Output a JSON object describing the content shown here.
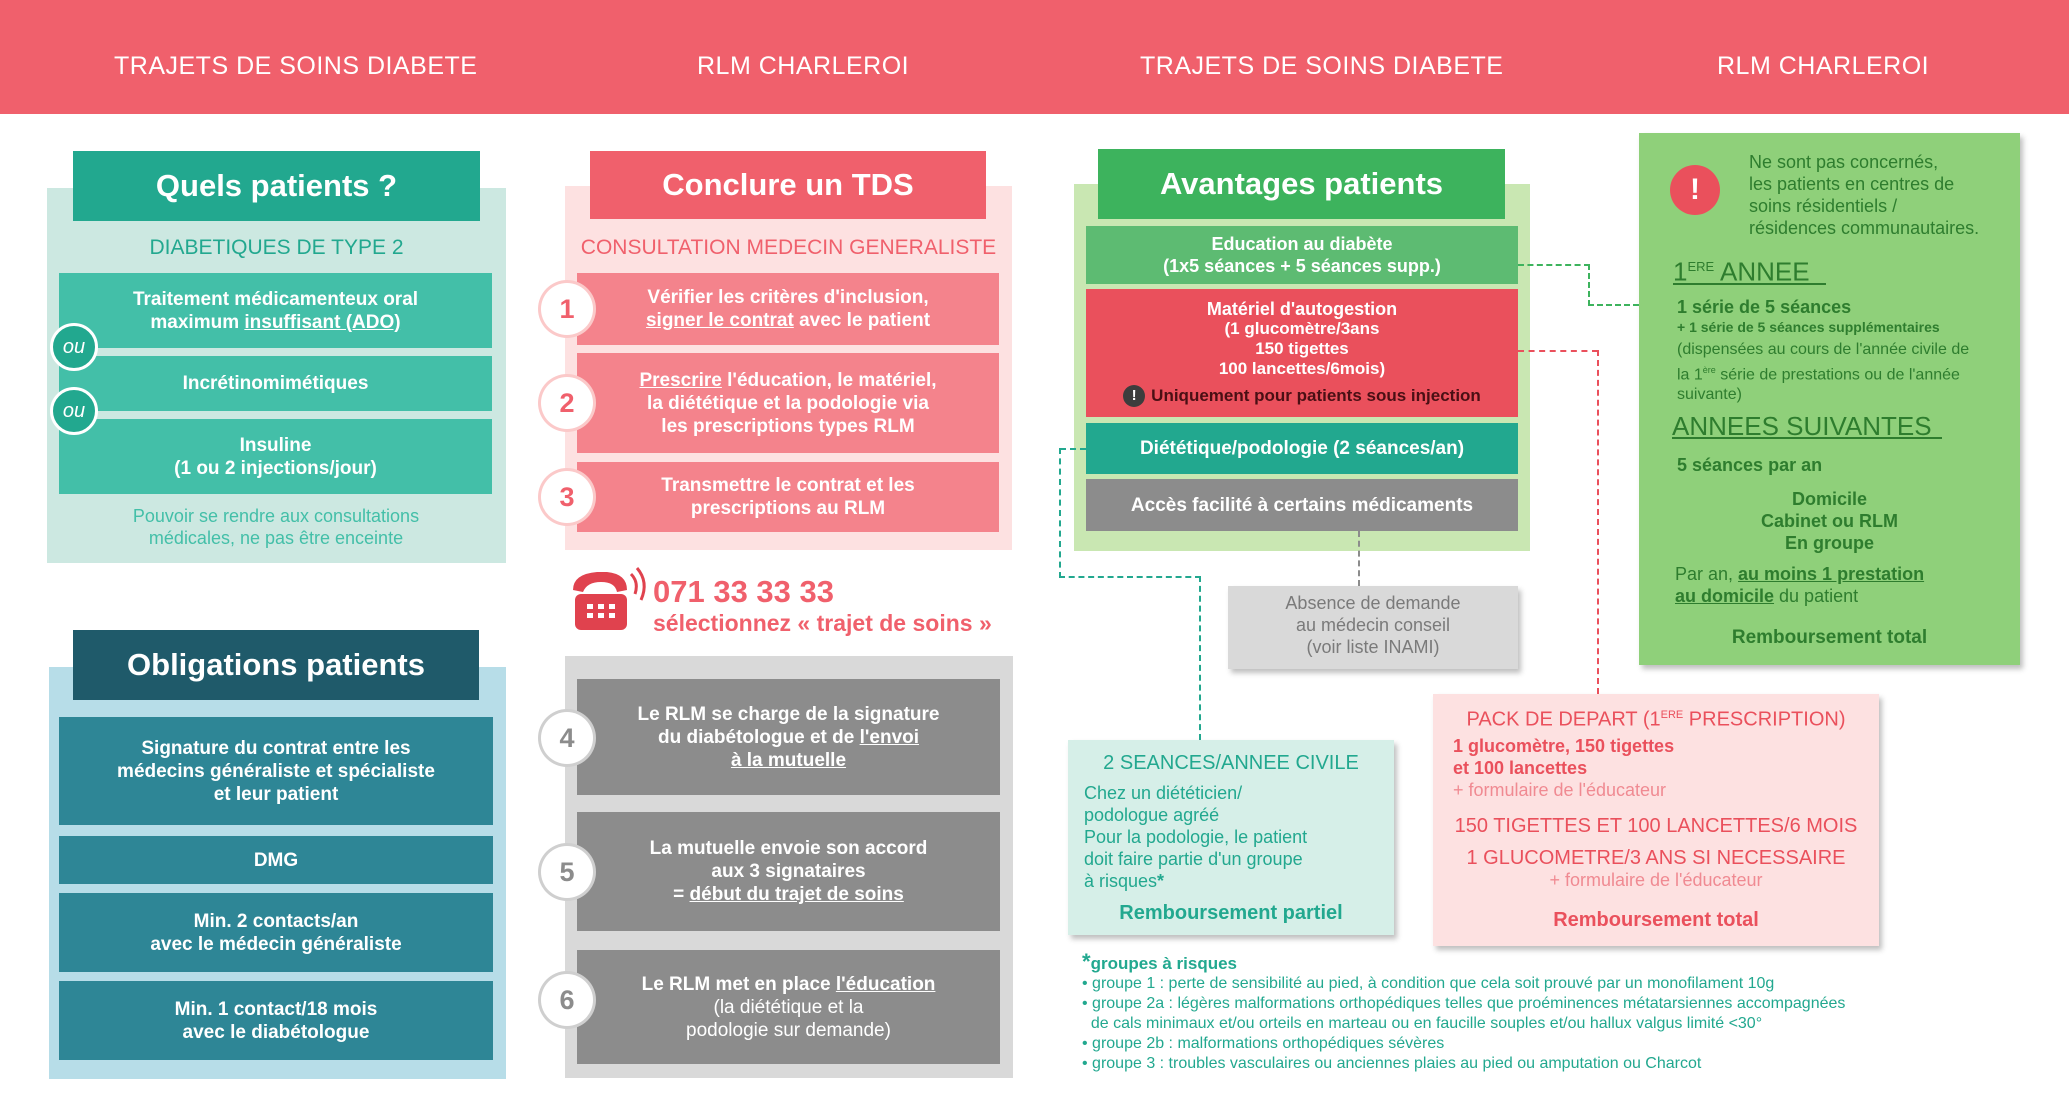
{
  "header": [
    "TRAJETS DE SOINS DIABETE",
    "RLM CHARLEROI",
    "TRAJETS DE SOINS DIABETE",
    "RLM CHARLEROI"
  ],
  "col1": {
    "title": "Quels patients ?",
    "subtitle": "DIABETIQUES DE TYPE 2",
    "box1_line1": "Traitement médicamenteux oral",
    "box1_prefix": "maximum ",
    "box1_link": "insuffisant (ADO)",
    "or1": "ou",
    "box2": "Incrétinomimétiques",
    "or2": "ou",
    "box3_line1": "Insuline",
    "box3_line2": "(1 ou 2 injections/jour)",
    "note": "Pouvoir se rendre aux consultations médicales, ne pas être enceinte",
    "oblig_title": "Obligations patients",
    "oblig1": "Signature du contrat entre les médecins généraliste et spécialiste et leur patient",
    "oblig2": "DMG",
    "oblig3_line1": "Min. 2 contacts/an",
    "oblig3_line2": "avec le médecin généraliste",
    "oblig4_line1": "Min. 1 contact/18 mois",
    "oblig4_line2": "avec le diabétologue"
  },
  "col2": {
    "title": "Conclure un TDS",
    "subtitle": "CONSULTATION MEDECIN GENERALISTE",
    "step1_num": "1",
    "step1_line1": "Vérifier les critères d'inclusion,",
    "step1_link": "signer le contrat",
    "step1_suffix": " avec le patient",
    "step2_num": "2",
    "step2_link": "Prescrire",
    "step2_line1": " l'éducation, le matériel,",
    "step2_line2": "la diététique et la podologie via",
    "step2_line3": "les prescriptions types RLM",
    "step3_num": "3",
    "step3_line1": "Transmettre le contrat et les",
    "step3_line2": "prescriptions au RLM",
    "phone": "071 33 33 33",
    "phone_select": "sélectionnez « trajet de soins »",
    "step4_num": "4",
    "step4_line1": "Le RLM se charge de la signature",
    "step4_line2a": "du diabétologue et de ",
    "step4_link1": "l'envoi",
    "step4_link2": "à la mutuelle",
    "step5_num": "5",
    "step5_line1": "La mutuelle envoie son accord",
    "step5_line2": "aux 3 signataires",
    "step5_prefix": "= ",
    "step5_link": "début du trajet de soins",
    "step6_num": "6",
    "step6_prefix": "Le RLM met en place ",
    "step6_link": "l'éducation",
    "step6_line2": "(la diététique et la",
    "step6_line3": "podologie sur demande)"
  },
  "col3": {
    "title": "Avantages patients",
    "adv1_line1": "Education au diabète",
    "adv1_line2": "(1x5 séances + 5 séances supp.)",
    "adv2_line1": "Matériel d'autogestion",
    "adv2_line2": "(1 glucomètre/3ans",
    "adv2_line3": "150 tigettes",
    "adv2_line4": "100 lancettes/6mois)",
    "adv2_note": "Uniquement pour patients sous injection",
    "adv3": "Diététique/podologie (2 séances/an)",
    "adv4": "Accès facilité à certains médicaments",
    "absence_line1": "Absence de demande",
    "absence_line2": "au médecin conseil",
    "absence_line3": "(voir liste INAMI)",
    "diet_title": "2 SEANCES/ANNEE CIVILE",
    "diet_text1": "Chez un diététicien/",
    "diet_text2": "podologue agréé",
    "diet_text3": "Pour la podologie, le patient",
    "diet_text4": "doit faire partie d'un groupe",
    "diet_text5": "à risques",
    "diet_star": "*",
    "diet_remb": "Remboursement partiel",
    "risk_star": "*",
    "risk_title": "groupes à risques",
    "risk_items": [
      "• groupe 1 : perte de sensibilité au pied, à condition que cela soit prouvé par un monofilament 10g",
      "• groupe 2a : légères malformations orthopédiques telles que proéminences métatarsiennes accompagnées",
      "  de cals minimaux et/ou orteils en marteau ou en faucille souples et/ou hallux valgus limité <30°",
      "• groupe 2b : malformations orthopédiques sévères",
      "• groupe 3 : troubles vasculaires ou anciennes plaies au pied ou amputation ou Charcot"
    ]
  },
  "pack": {
    "title_prefix": "PACK DE DEPART (1",
    "title_sup": "ERE",
    "title_suffix": " PRESCRIPTION)",
    "line1": "1 glucomètre, 150 tigettes",
    "line2": "et 100 lancettes",
    "line3": "+ formulaire de l'éducateur",
    "line4": "150 TIGETTES ET 100 LANCETTES/6 MOIS",
    "line5": "1 GLUCOMETRE/3 ANS SI NECESSAIRE",
    "line6": "+ formulaire de l'éducateur",
    "remb": "Remboursement total"
  },
  "col4": {
    "note_line1": "Ne sont pas concernés,",
    "note_line2": "les patients en centres de",
    "note_line3": "soins résidentiels /",
    "note_line4": "résidences communautaires.",
    "year1_prefix": "1",
    "year1_sup": "ERE",
    "year1_suffix": " ANNEE",
    "year1_line1": "1 série de 5 séances",
    "year1_line2": "+ 1 série de 5 séances supplémentaires",
    "year1_line3": "(dispensées au cours de l'année civile de",
    "year1_line4a": "la 1",
    "year1_line4sup": "ère",
    "year1_line4b": " série de prestations ou de l'année",
    "year1_line5": "suivante)",
    "next_title": "ANNEES SUIVANTES",
    "next_line1": "5 séances par an",
    "loc1": "Domicile",
    "loc2": "Cabinet ou RLM",
    "loc3": "En groupe",
    "par_prefix": "Par an, ",
    "par_link1": "au moins 1 prestation",
    "par_link2": "au domicile",
    "par_suffix": " du patient",
    "remb": "Remboursement total"
  },
  "colors": {
    "header": "#f0606c",
    "teal": "#43bfa8",
    "teal_dark": "#1f5a6a",
    "blue_teal": "#2e8696",
    "pink": "#f0606c",
    "grey": "#8c8c8c",
    "green": "#3db35d",
    "light_green": "#8fd07a"
  }
}
